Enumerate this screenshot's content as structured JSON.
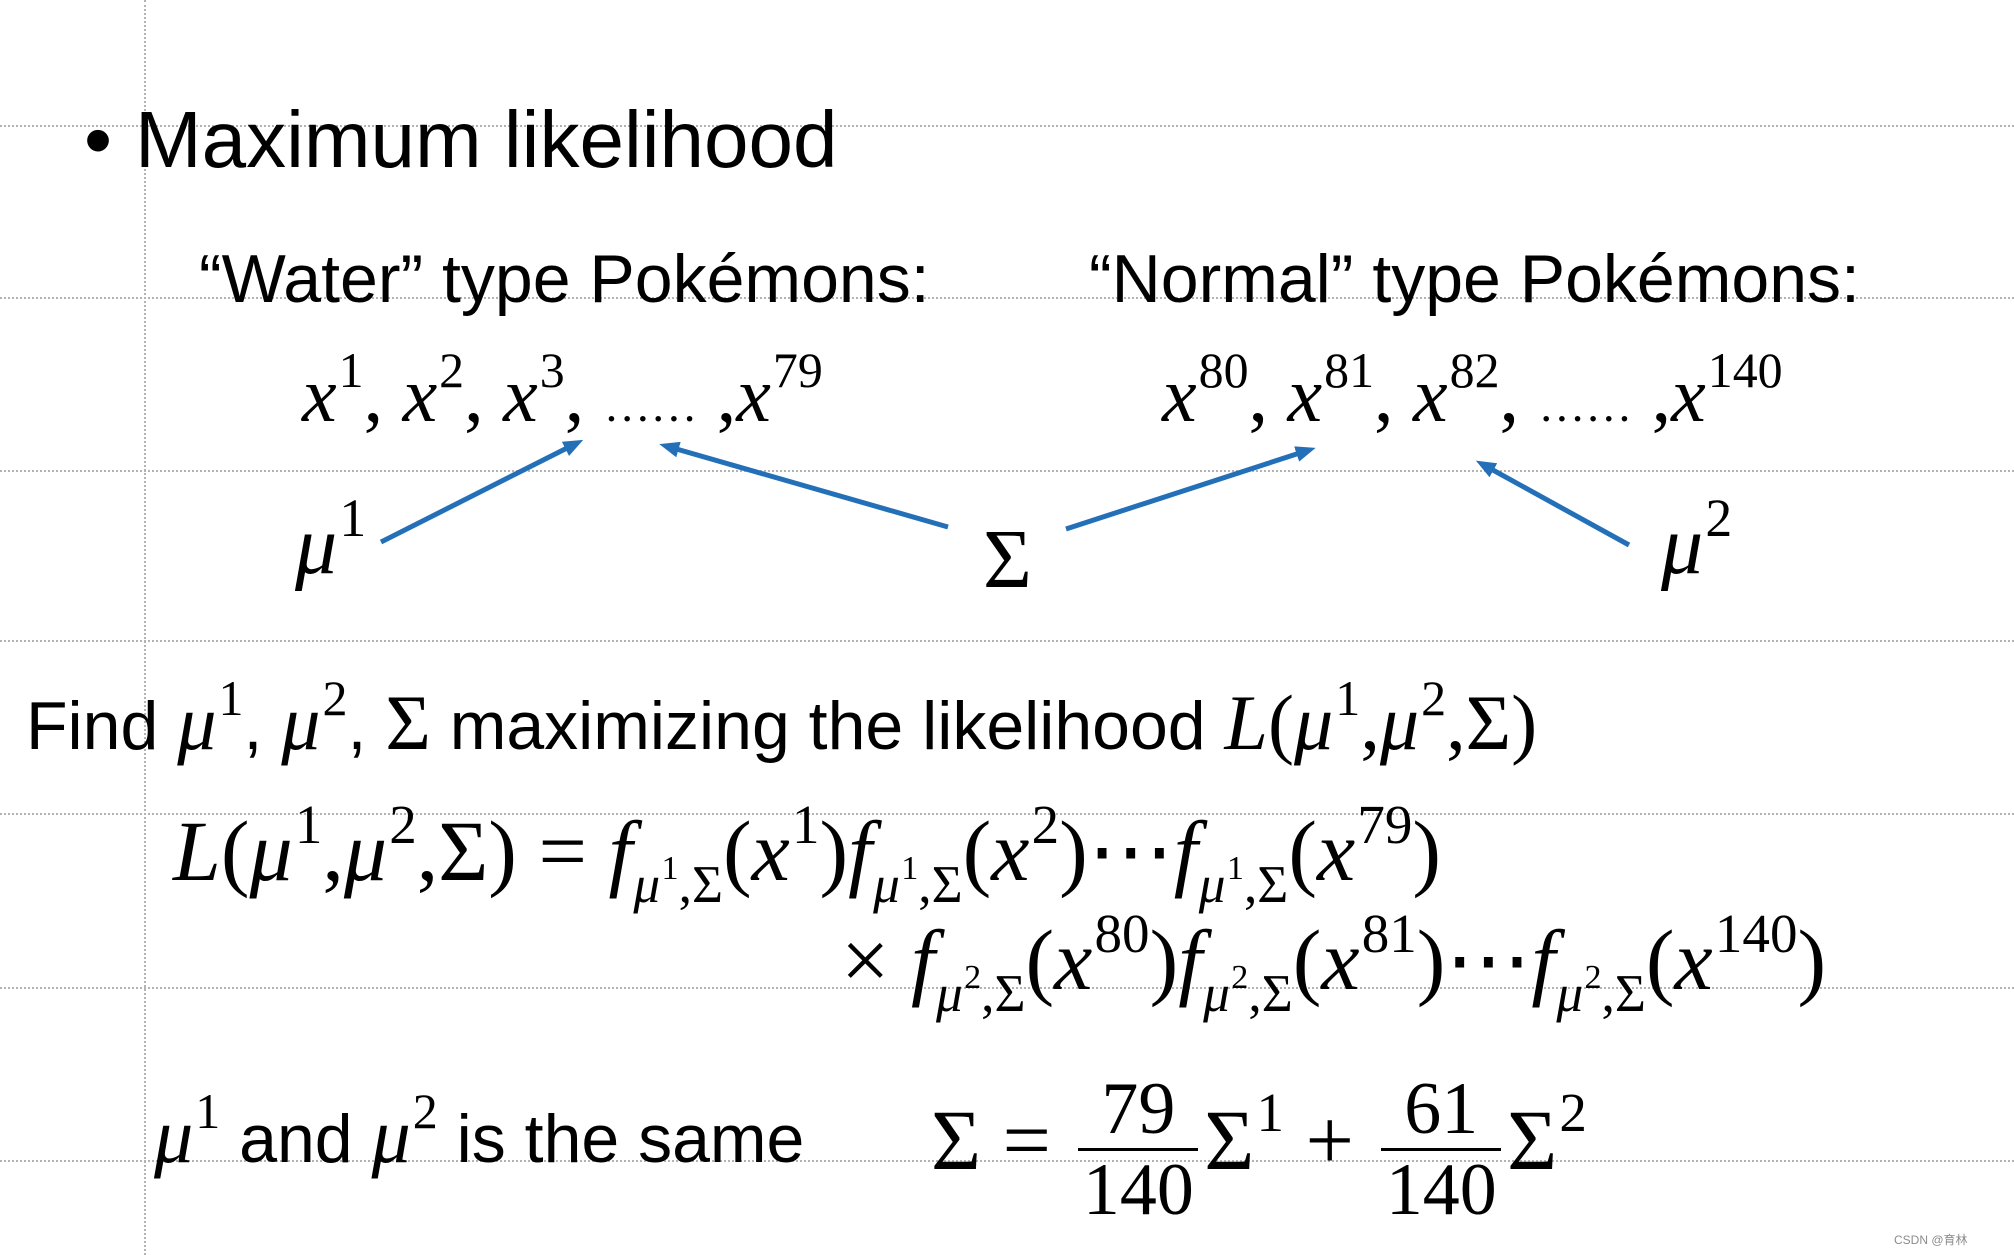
{
  "slide": {
    "bullet": "•",
    "title": "Maximum likelihood",
    "water_label": "“Water” type Pokémons:",
    "normal_label": "“Normal” type Pokémons:",
    "watermark": "CSDN @育林"
  },
  "colors": {
    "text": "#000000",
    "arrow": "#2470b8",
    "background": "#ffffff"
  },
  "math": {
    "water_samples": [
      {
        "v": "x",
        "sup": "1"
      },
      {
        "t": ", "
      },
      {
        "v": "x",
        "sup": "2"
      },
      {
        "t": ", "
      },
      {
        "v": "x",
        "sup": "3"
      },
      {
        "t": ", "
      },
      {
        "t": "……"
      },
      {
        "t": " ,"
      },
      {
        "v": "x",
        "sup": "79"
      }
    ],
    "normal_samples": [
      {
        "v": "x",
        "sup": "80"
      },
      {
        "t": ", "
      },
      {
        "v": "x",
        "sup": "81"
      },
      {
        "t": ", "
      },
      {
        "v": "x",
        "sup": "82"
      },
      {
        "t": ", "
      },
      {
        "t": "……"
      },
      {
        "t": " ,"
      },
      {
        "v": "x",
        "sup": "140"
      }
    ],
    "mu1": [
      {
        "v": "μ",
        "sup": "1"
      }
    ],
    "sigma": [
      {
        "t": "Σ"
      }
    ],
    "mu2": [
      {
        "v": "μ",
        "sup": "2"
      }
    ],
    "find_statement": [
      {
        "w": "Find "
      },
      {
        "v": "μ",
        "sup": "1"
      },
      {
        "w": ", "
      },
      {
        "v": "μ",
        "sup": "2"
      },
      {
        "w": ", "
      },
      {
        "t": "Σ"
      },
      {
        "w": " maximizing the likelihood "
      },
      {
        "v": "L"
      },
      {
        "t": "("
      },
      {
        "v": "μ",
        "sup": "1"
      },
      {
        "t": ","
      },
      {
        "v": "μ",
        "sup": "2"
      },
      {
        "t": ",Σ)"
      }
    ],
    "likelihood_line1": [
      {
        "v": "L"
      },
      {
        "t": "("
      },
      {
        "v": "μ",
        "sup": "1"
      },
      {
        "t": ","
      },
      {
        "v": "μ",
        "sup": "2"
      },
      {
        "t": ",Σ)"
      },
      {
        "t": " = "
      },
      {
        "v": "f",
        "sub": [
          {
            "v": "μ",
            "sup": "1"
          },
          {
            "t": ",Σ"
          }
        ]
      },
      {
        "t": "("
      },
      {
        "v": "x",
        "sup": "1"
      },
      {
        "t": ")"
      },
      {
        "v": "f",
        "sub": [
          {
            "v": "μ",
            "sup": "1"
          },
          {
            "t": ",Σ"
          }
        ]
      },
      {
        "t": "("
      },
      {
        "v": "x",
        "sup": "2"
      },
      {
        "t": ")"
      },
      {
        "t": "⋯"
      },
      {
        "v": "f",
        "sub": [
          {
            "v": "μ",
            "sup": "1"
          },
          {
            "t": ",Σ"
          }
        ]
      },
      {
        "t": "("
      },
      {
        "v": "x",
        "sup": "79"
      },
      {
        "t": ")"
      }
    ],
    "likelihood_line2": [
      {
        "t": "× "
      },
      {
        "v": "f",
        "sub": [
          {
            "v": "μ",
            "sup": "2"
          },
          {
            "t": ",Σ"
          }
        ]
      },
      {
        "t": "("
      },
      {
        "v": "x",
        "sup": "80"
      },
      {
        "t": ")"
      },
      {
        "v": "f",
        "sub": [
          {
            "v": "μ",
            "sup": "2"
          },
          {
            "t": ",Σ"
          }
        ]
      },
      {
        "t": "("
      },
      {
        "v": "x",
        "sup": "81"
      },
      {
        "t": ")"
      },
      {
        "t": "⋯"
      },
      {
        "v": "f",
        "sub": [
          {
            "v": "μ",
            "sup": "2"
          },
          {
            "t": ",Σ"
          }
        ]
      },
      {
        "t": "("
      },
      {
        "v": "x",
        "sup": "140"
      },
      {
        "t": ")"
      }
    ],
    "same_mean_statement": [
      {
        "v": "μ",
        "sup": "1"
      },
      {
        "w": " and "
      },
      {
        "v": "μ",
        "sup": "2"
      },
      {
        "w": " is the same"
      }
    ],
    "sigma_formula": [
      {
        "t": "Σ = "
      },
      {
        "frac": {
          "num": "79",
          "den": "140"
        }
      },
      {
        "t": "Σ",
        "sup": "1"
      },
      {
        "t": " + "
      },
      {
        "frac": {
          "num": "61",
          "den": "140"
        }
      },
      {
        "t": "Σ",
        "sup": "2"
      }
    ]
  }
}
